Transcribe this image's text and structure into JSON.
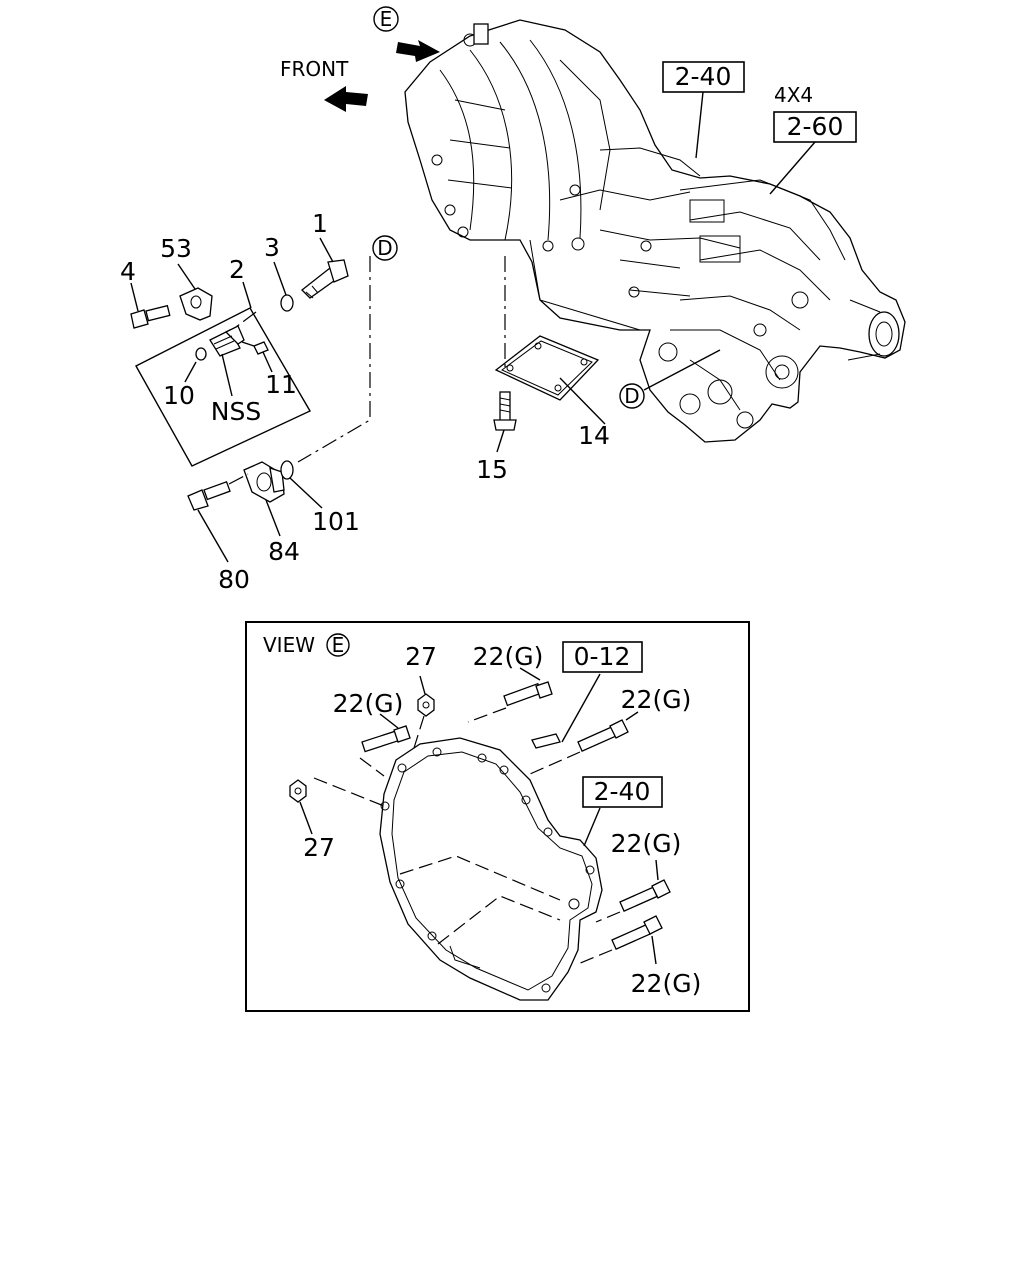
{
  "labels": {
    "e_circle": "E",
    "d_circle_left": "D",
    "d_circle_right": "D",
    "front": "FRONT",
    "ref_2_40_top": "2-40",
    "four_by_four": "4X4",
    "ref_2_60": "2-60",
    "p1": "1",
    "p2": "2",
    "p3": "3",
    "p4": "4",
    "p53": "53",
    "p10": "10",
    "nss": "NSS",
    "p11": "11",
    "p14": "14",
    "p15": "15",
    "p80": "80",
    "p84": "84",
    "p101": "101"
  },
  "view_e": {
    "title": "VIEW",
    "title_circle": "E",
    "p27_top": "27",
    "p27_left": "27",
    "p22_top": "22(G)",
    "p22_left": "22(G)",
    "p22_right_top": "22(G)",
    "p22_right_mid": "22(G)",
    "p22_right_bottom": "22(G)",
    "ref_0_12": "0-12",
    "ref_2_40": "2-40"
  }
}
